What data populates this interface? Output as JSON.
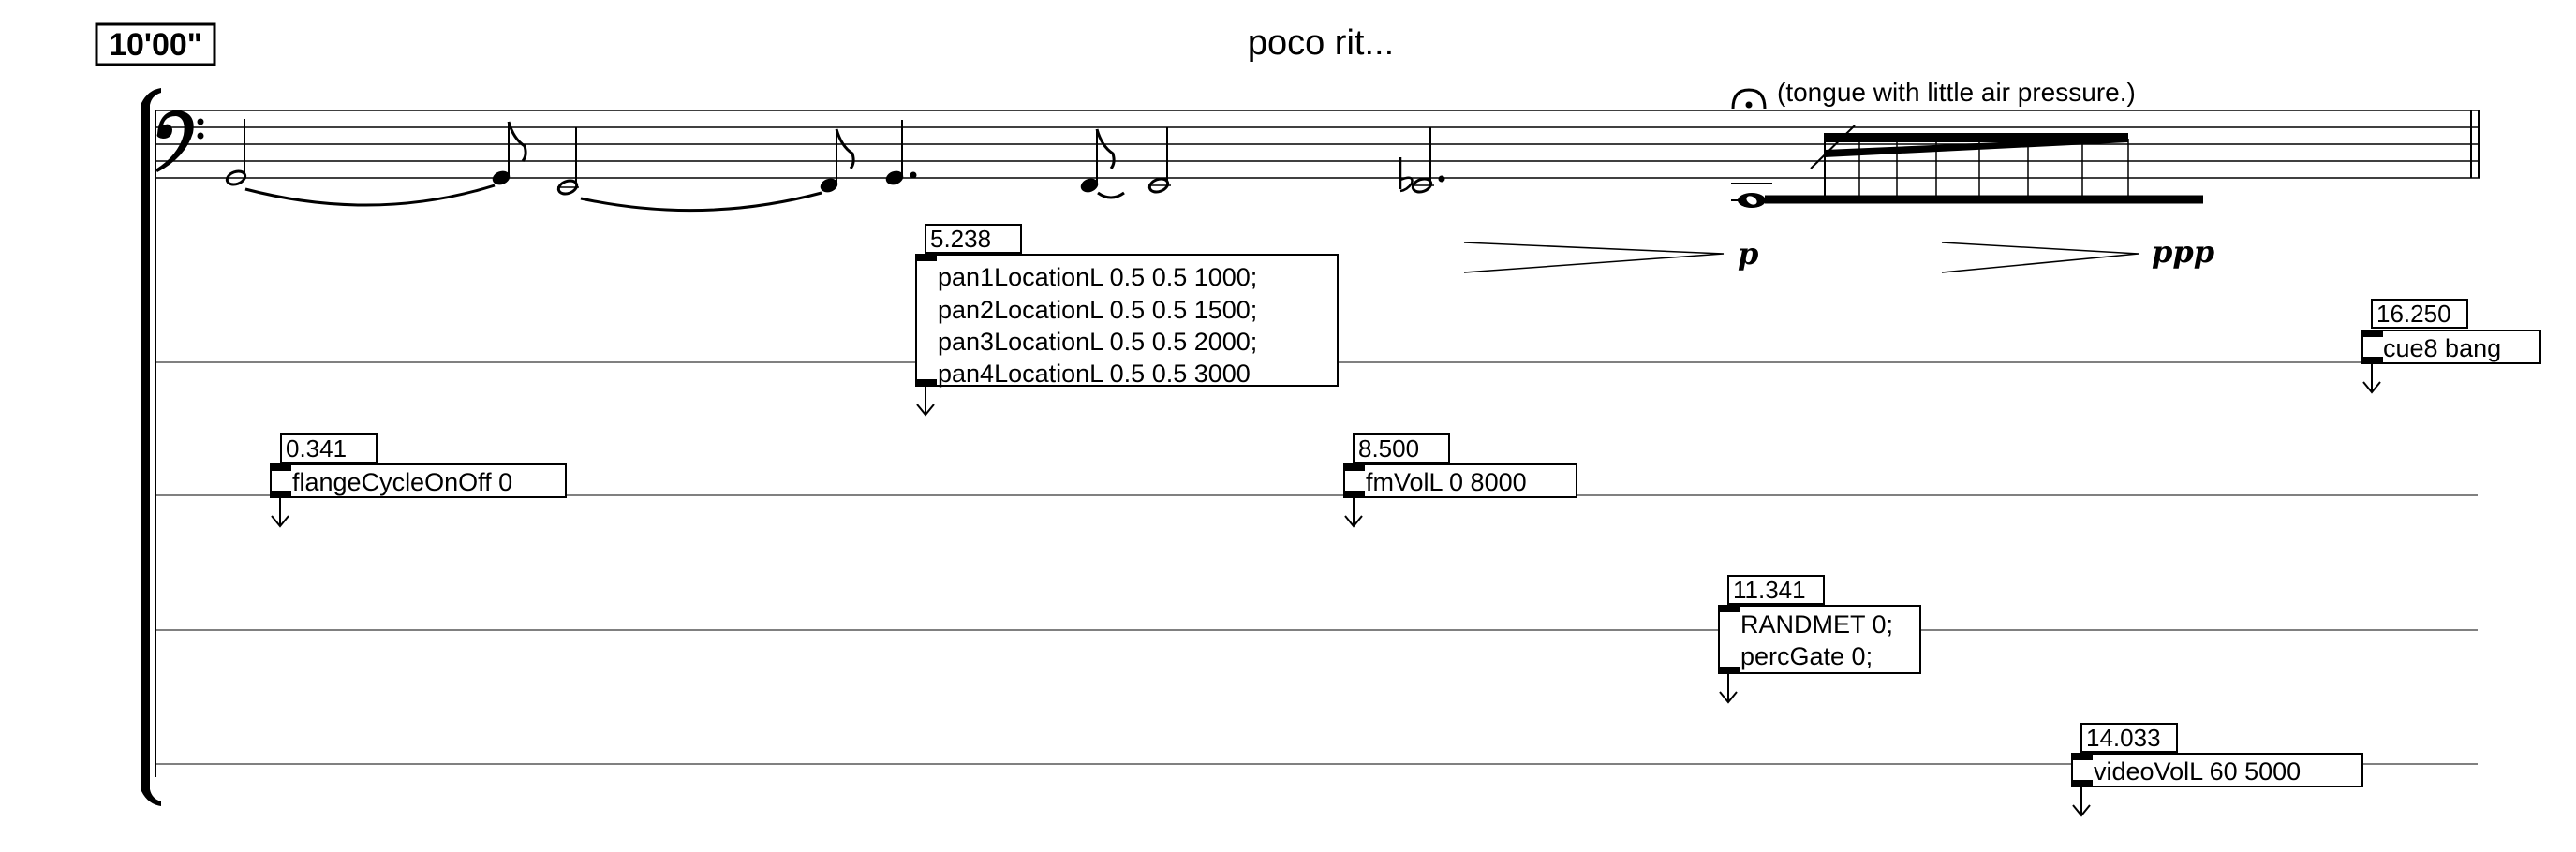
{
  "time_marker": "10'00\"",
  "tempo": "poco rit...",
  "annotation": "(tongue with little air pressure.)",
  "dynamics": [
    "p",
    "ppp"
  ],
  "cues": [
    {
      "time": "5.238",
      "lines": [
        "pan1LocationL 0.5 0.5 1000;",
        "pan2LocationL 0.5 0.5 1500;",
        "pan3LocationL 0.5 0.5 2000;",
        "pan4LocationL 0.5 0.5 3000"
      ]
    },
    {
      "time": "16.250",
      "lines": [
        "cue8 bang"
      ]
    },
    {
      "time": "0.341",
      "lines": [
        "flangeCycleOnOff 0"
      ]
    },
    {
      "time": "8.500",
      "lines": [
        "fmVolL 0 8000"
      ]
    },
    {
      "time": "11.341",
      "lines": [
        "RANDMET 0;",
        "percGate 0;"
      ]
    },
    {
      "time": "14.033",
      "lines": [
        "videoVolL 60 5000"
      ]
    }
  ]
}
